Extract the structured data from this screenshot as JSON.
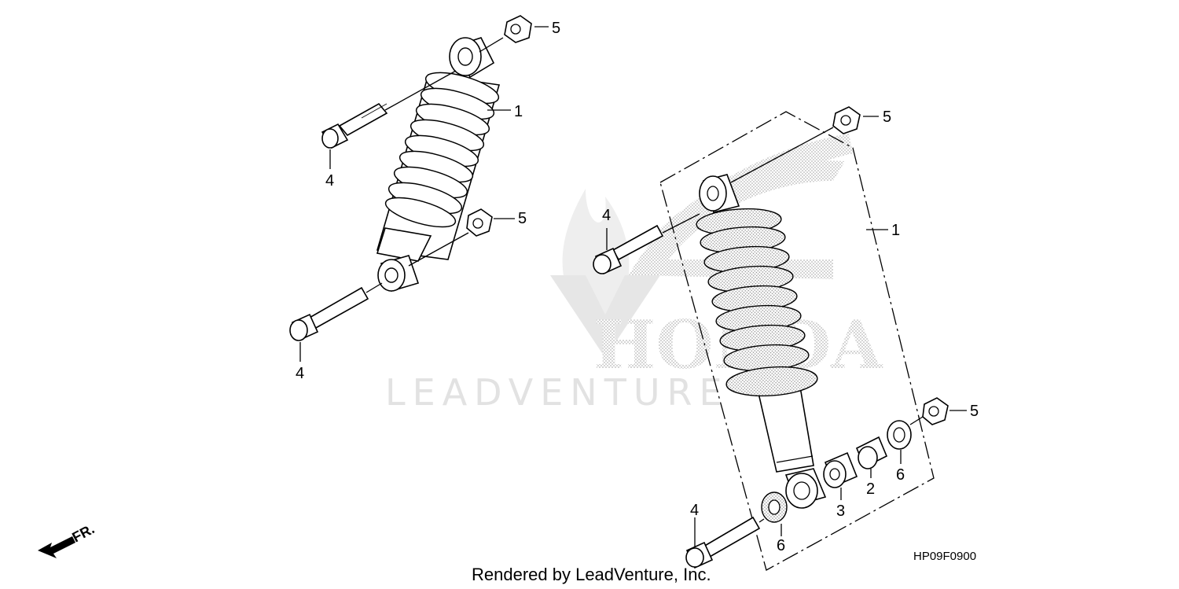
{
  "watermark": {
    "brand": "HONDA",
    "text": "LEADVENTURE"
  },
  "callouts": {
    "left_top_nut": "5",
    "left_shock": "1",
    "left_upper_bolt": "4",
    "left_lower_nut": "5",
    "left_lower_bolt": "4",
    "right_top_nut": "5",
    "right_shock": "1",
    "right_upper_bolt": "4",
    "right_side_nut": "5",
    "collar": "2",
    "bushing": "3",
    "right_seal": "6",
    "lower_bolt": "4",
    "lower_seal": "6"
  },
  "direction_label": "FR.",
  "diagram_code": "HP09F0900",
  "footer_text": "Rendered by LeadVenture, Inc."
}
